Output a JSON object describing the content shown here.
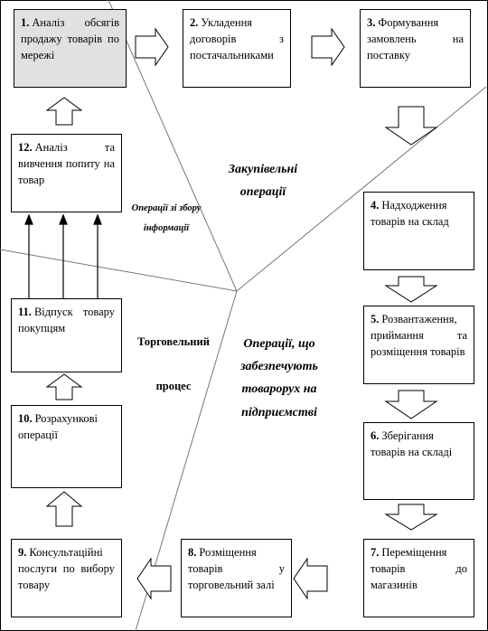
{
  "boxes": [
    {
      "id": "b1",
      "num": "1.",
      "text": "Аналіз обсягів продажу товарів по мережі",
      "shaded": true
    },
    {
      "id": "b2",
      "num": "2.",
      "text": "Укладення договорів з постачальниками",
      "shaded": false
    },
    {
      "id": "b3",
      "num": "3.",
      "text": "Формування замовлень на поставку",
      "shaded": false
    },
    {
      "id": "b4",
      "num": "4.",
      "text": "Надходження товарів на склад",
      "shaded": false
    },
    {
      "id": "b5",
      "num": "5.",
      "text": "Розвантаження, приймання та розміщення товарів",
      "shaded": false
    },
    {
      "id": "b6",
      "num": "6.",
      "text": "Зберігання товарів на складі",
      "shaded": false
    },
    {
      "id": "b7",
      "num": "7.",
      "text": "Переміщення товарів до магазинів",
      "shaded": false
    },
    {
      "id": "b8",
      "num": "8.",
      "text": "Розміщення товарів у торговельний залі",
      "shaded": false
    },
    {
      "id": "b9",
      "num": "9.",
      "text": "Консультаційні послуги по вибору товару",
      "shaded": false
    },
    {
      "id": "b10",
      "num": "10.",
      "text": "Розрахункові операції",
      "shaded": false
    },
    {
      "id": "b11",
      "num": "11.",
      "text": "Відпуск товару покупцям",
      "shaded": false
    },
    {
      "id": "b12",
      "num": "12.",
      "text": "Аналіз та вивчення попиту на товар",
      "shaded": false
    }
  ],
  "labels": {
    "procurement": "Закупівельні операції",
    "info_gathering": "Операції зі збору інформації",
    "trade_process": "Торговельний процес",
    "movement_ops": "Операції, що забезпечують товарорух на підприємстві"
  }
}
